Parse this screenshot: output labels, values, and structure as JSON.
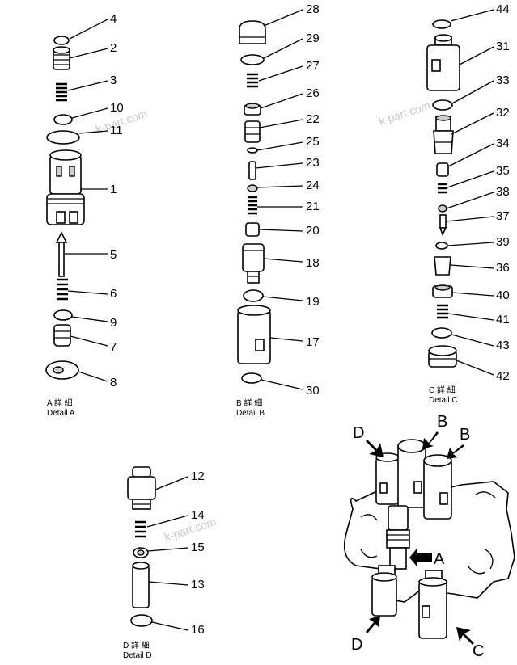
{
  "watermark": "k-part.com",
  "details": [
    {
      "id": "A",
      "caption_jp": "A 詳 細",
      "caption": "Detail  A"
    },
    {
      "id": "B",
      "caption_jp": "B 詳 細",
      "caption": "Detail  B"
    },
    {
      "id": "C",
      "caption_jp": "C 詳 細",
      "caption": "Detail  C"
    },
    {
      "id": "D",
      "caption_jp": "D 詳 細",
      "caption": "Detail  D"
    }
  ],
  "callouts_a": [
    "4",
    "2",
    "3",
    "10",
    "11",
    "1",
    "5",
    "6",
    "9",
    "7",
    "8"
  ],
  "callouts_b": [
    "28",
    "29",
    "27",
    "26",
    "22",
    "25",
    "23",
    "24",
    "21",
    "20",
    "18",
    "19",
    "17",
    "30"
  ],
  "callouts_c": [
    "44",
    "31",
    "33",
    "32",
    "34",
    "35",
    "38",
    "37",
    "39",
    "36",
    "40",
    "41",
    "43",
    "42"
  ],
  "callouts_d": [
    "12",
    "14",
    "15",
    "13",
    "16"
  ],
  "assembly_arrows": [
    "D",
    "B",
    "B",
    "A",
    "D",
    "C"
  ]
}
